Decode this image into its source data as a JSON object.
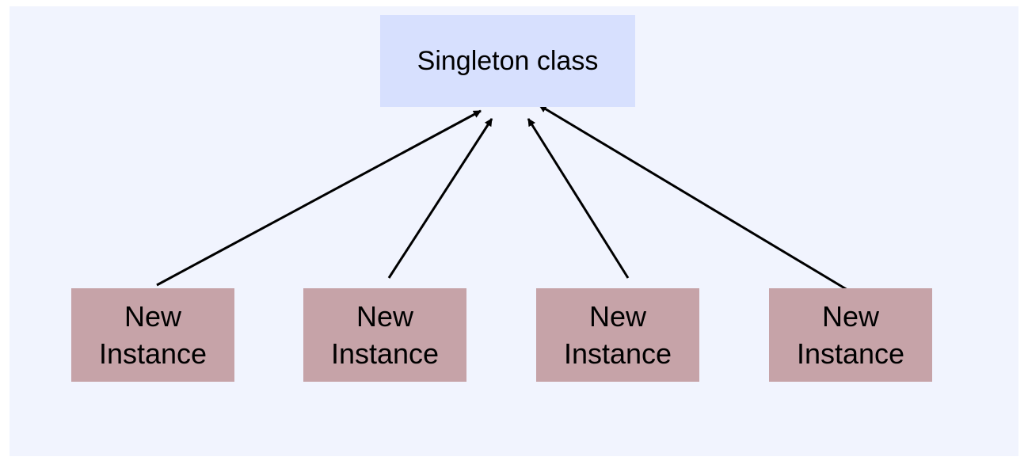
{
  "diagram": {
    "singleton": {
      "label": "Singleton class"
    },
    "instances": [
      {
        "line1": "New",
        "line2": "Instance"
      },
      {
        "line1": "New",
        "line2": "Instance"
      },
      {
        "line1": "New",
        "line2": "Instance"
      },
      {
        "line1": "New",
        "line2": "Instance"
      }
    ]
  },
  "colors": {
    "background": "#f1f4fe",
    "singleton_fill": "#d7e0fe",
    "instance_fill": "#c6a3a8",
    "arrow": "#000000"
  }
}
